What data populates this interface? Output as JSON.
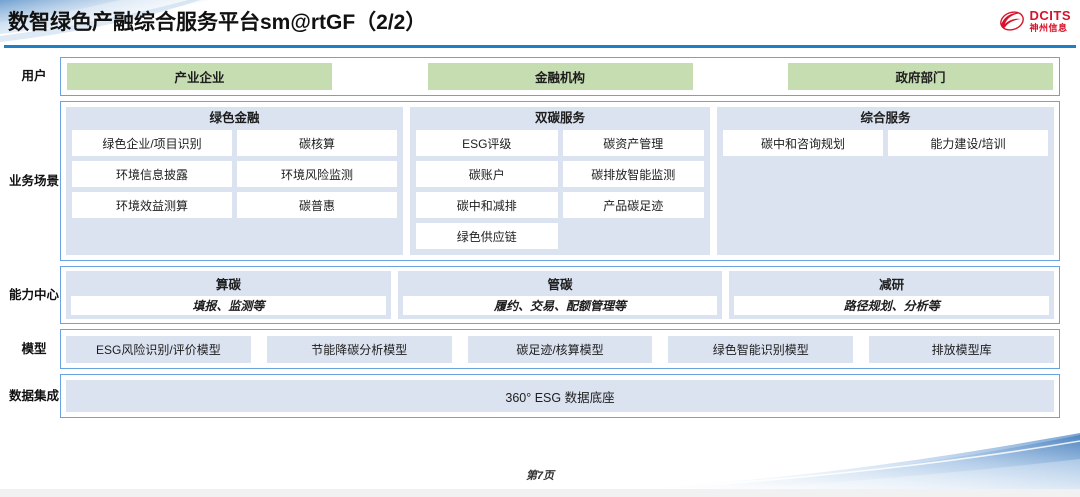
{
  "slide": {
    "title": "数智绿色产融综合服务平台sm@rtGF（2/2）",
    "page_footer": "第7页",
    "accent_line_color": "#1f7fc4",
    "panel_bg_color": "#dbe3f1",
    "user_chip_color": "#c6ddb2",
    "border_color": "#6aa3dd"
  },
  "logo": {
    "en": "DCITS",
    "cn": "神州信息",
    "color": "#d8122a",
    "mark": "swoosh-logo-icon"
  },
  "rows": {
    "users": {
      "label": "用户",
      "items": [
        {
          "label": "产业企业"
        },
        {
          "label": "金融机构"
        },
        {
          "label": "政府部门"
        }
      ]
    },
    "scenario": {
      "label": "业务场景",
      "panels": [
        {
          "title": "绿色金融",
          "items": [
            "绿色企业/项目识别",
            "碳核算",
            "环境信息披露",
            "环境风险监测",
            "环境效益测算",
            "碳普惠"
          ]
        },
        {
          "title": "双碳服务",
          "items": [
            "ESG评级",
            "碳资产管理",
            "碳账户",
            "碳排放智能监测",
            "碳中和减排",
            "产品碳足迹",
            "绿色供应链"
          ]
        },
        {
          "title": "综合服务",
          "items": [
            "碳中和咨询规划",
            "能力建设/培训"
          ]
        }
      ]
    },
    "capability": {
      "label": "能力中心",
      "panels": [
        {
          "title": "算碳",
          "sub": "填报、监测等"
        },
        {
          "title": "管碳",
          "sub": "履约、交易、配额管理等"
        },
        {
          "title": "减研",
          "sub": "路径规划、分析等"
        }
      ]
    },
    "model": {
      "label": "模型",
      "items": [
        "ESG风险识别/评价模型",
        "节能降碳分析模型",
        "碳足迹/核算模型",
        "绿色智能识别模型",
        "排放模型库"
      ]
    },
    "data": {
      "label": "数据集成",
      "bar": "360° ESG 数据底座"
    }
  }
}
